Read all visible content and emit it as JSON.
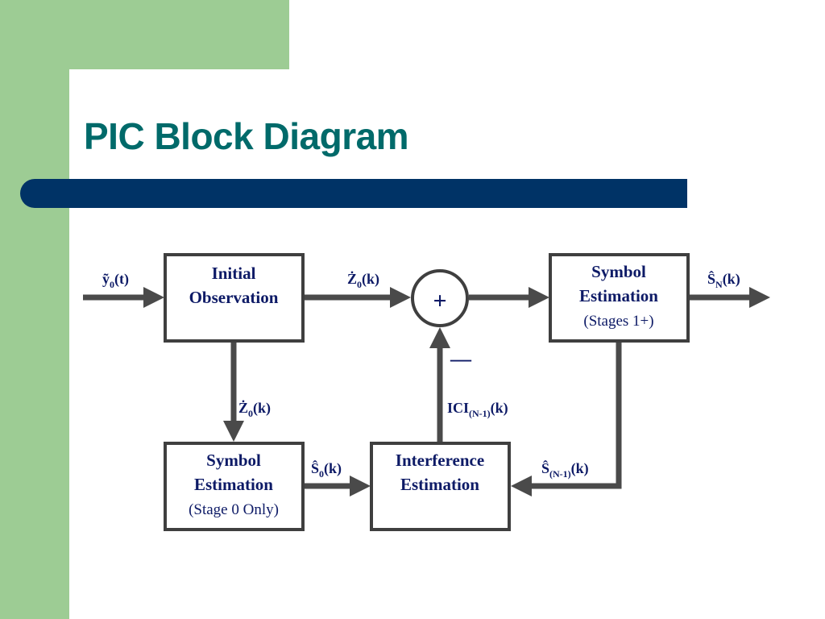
{
  "slide": {
    "title": "PIC Block Diagram"
  },
  "diagram": {
    "blocks": {
      "initial_observation": {
        "line1": "Initial",
        "line2": "Observation"
      },
      "symbol_estimation_main": {
        "line1": "Symbol",
        "line2": "Estimation",
        "line3": "(Stages 1+)"
      },
      "symbol_estimation_stage0": {
        "line1": "Symbol",
        "line2": "Estimation",
        "line3": "(Stage 0 Only)"
      },
      "interference_estimation": {
        "line1": "Interference",
        "line2": "Estimation"
      }
    },
    "summer": {
      "sign_plus": "+",
      "sign_minus": "—"
    },
    "signals": {
      "input": {
        "base": "ỹ",
        "sub": "0",
        "arg": "(t)"
      },
      "z0_top": {
        "base": "Ż",
        "sub": "0",
        "arg": "(k)"
      },
      "output": {
        "base": "Ŝ",
        "sub": "N",
        "arg": "(k)"
      },
      "z0_down": {
        "base": "Ż",
        "sub": "0",
        "arg": "(k)"
      },
      "ici": {
        "base": "ICI",
        "sub": "(N-1)",
        "arg": "(k)"
      },
      "s0": {
        "base": "Ŝ",
        "sub": "0",
        "arg": "(k)"
      },
      "s_n_minus_1": {
        "base": "Ŝ",
        "sub": "(N-1)",
        "arg": "(k)"
      }
    }
  }
}
